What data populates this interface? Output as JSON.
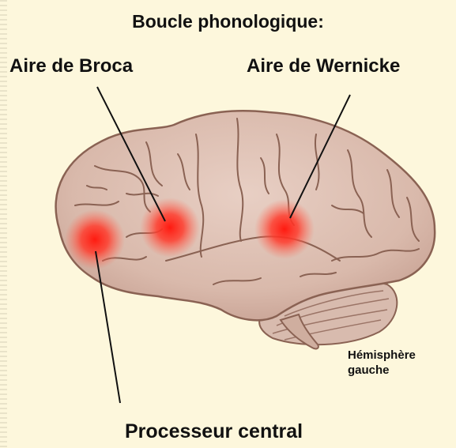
{
  "diagram": {
    "title": "Boucle phonologique:",
    "labels": {
      "broca": "Aire de Broca",
      "wernicke": "Aire de Wernicke",
      "processor": "Processeur central",
      "hemisphere": "Hémisphère gauche"
    },
    "colors": {
      "background": "#fdf7dc",
      "brain": "#ddc0b3",
      "fold_lines": "#8a6253",
      "hotspot": "#ff2a1e"
    }
  }
}
